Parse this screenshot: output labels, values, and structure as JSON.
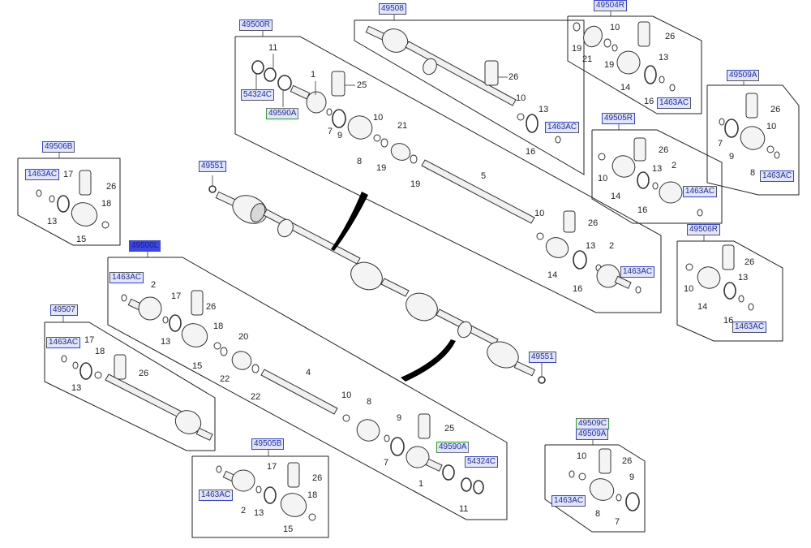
{
  "diagram": {
    "title": "Drive Shaft Exploded View",
    "groups": [
      {
        "id": "49500R",
        "label": "49500R",
        "parts": [
          "11",
          "1",
          "25",
          "7",
          "10",
          "9",
          "21",
          "8",
          "19",
          "19",
          "5",
          "10",
          "26",
          "13",
          "2",
          "14",
          "16",
          "1463AC"
        ],
        "codes": [
          "54324C",
          "49590A",
          "1463AC"
        ]
      },
      {
        "id": "49508",
        "label": "49508",
        "parts": [
          "26",
          "10",
          "13",
          "16"
        ],
        "codes": [
          "1463AC"
        ]
      },
      {
        "id": "49504R",
        "label": "49504R",
        "parts": [
          "19",
          "21",
          "19",
          "10",
          "26",
          "13",
          "14",
          "16"
        ],
        "codes": [
          "1463AC"
        ]
      },
      {
        "id": "49509A_right",
        "label": "49509A",
        "parts": [
          "26",
          "7",
          "10",
          "9",
          "8"
        ],
        "codes": [
          "1463AC"
        ]
      },
      {
        "id": "49505R",
        "label": "49505R",
        "parts": [
          "26",
          "10",
          "13",
          "2",
          "14",
          "16"
        ],
        "codes": [
          "1463AC"
        ]
      },
      {
        "id": "49506R",
        "label": "49506R",
        "parts": [
          "26",
          "10",
          "13",
          "14",
          "16"
        ],
        "codes": [
          "1463AC"
        ]
      },
      {
        "id": "49506B",
        "label": "49506B",
        "parts": [
          "17",
          "26",
          "18",
          "13",
          "15"
        ],
        "codes": [
          "1463AC"
        ]
      },
      {
        "id": "49500L",
        "label": "49500L",
        "parts": [
          "2",
          "17",
          "26",
          "13",
          "15",
          "18",
          "20",
          "22",
          "22",
          "4",
          "10",
          "8",
          "9",
          "25",
          "7",
          "1",
          "11"
        ],
        "codes": [
          "1463AC",
          "49590A",
          "54324C"
        ]
      },
      {
        "id": "49507",
        "label": "49507",
        "parts": [
          "17",
          "18",
          "26",
          "13"
        ],
        "codes": [
          "1463AC"
        ]
      },
      {
        "id": "49505B",
        "label": "49505B",
        "parts": [
          "17",
          "26",
          "18",
          "2",
          "13",
          "15"
        ],
        "codes": [
          "1463AC"
        ]
      },
      {
        "id": "49509C",
        "label": "49509C",
        "parts": [],
        "codes": []
      },
      {
        "id": "49509A_bottom",
        "label": "49509A",
        "parts": [
          "10",
          "26",
          "9",
          "8",
          "7"
        ],
        "codes": [
          "1463AC"
        ]
      }
    ],
    "hub_nut_codes": [
      "49551",
      "49551"
    ],
    "labels": {
      "g49500R": "49500R",
      "g49508": "49508",
      "g49504R": "49504R",
      "g49509A": "49509A",
      "g49505R": "49505R",
      "g49506R": "49506R",
      "g49506B": "49506B",
      "g49500L": "49500L",
      "g49507": "49507",
      "g49505B": "49505B",
      "g49509C": "49509C",
      "g49509A2": "49509A",
      "c49551": "49551",
      "c1463AC": "1463AC",
      "c54324C": "54324C",
      "c49590A": "49590A",
      "n1": "1",
      "n2": "2",
      "n4": "4",
      "n5": "5",
      "n7": "7",
      "n8": "8",
      "n9": "9",
      "n10": "10",
      "n11": "11",
      "n13": "13",
      "n14": "14",
      "n15": "15",
      "n16": "16",
      "n17": "17",
      "n18": "18",
      "n19": "19",
      "n20": "20",
      "n21": "21",
      "n22": "22",
      "n25": "25",
      "n26": "26"
    },
    "colors": {
      "code_text": "#1a2ea8",
      "code_border": "#3b47c9",
      "code_fill": "#e3e5fb",
      "selected_fill": "#3b47e6",
      "green_border": "#3c9a3c"
    }
  }
}
